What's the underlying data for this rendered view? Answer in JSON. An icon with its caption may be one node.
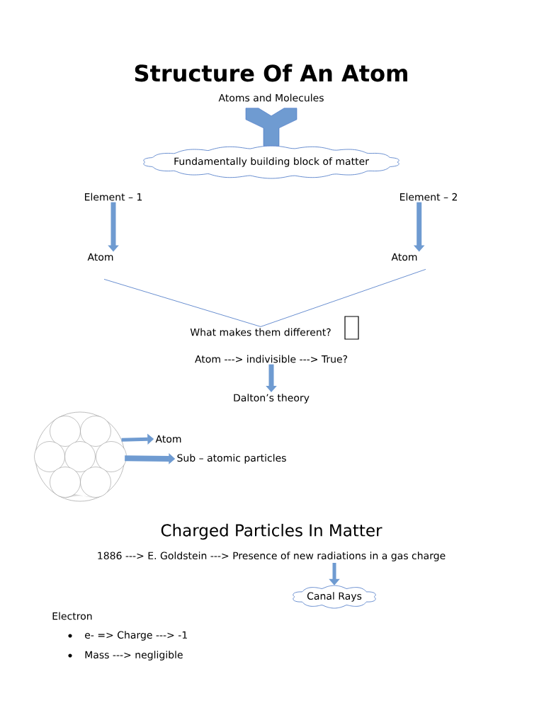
{
  "diagram": {
    "title": "Structure Of An Atom",
    "nodes": [
      {
        "text": [
          "Atoms and Molecules"
        ]
      },
      {
        "text": [
          "Fundamentally building block of matter"
        ]
      },
      {
        "text": [
          "Element – 1"
        ]
      },
      {
        "text": [
          "Element – 2"
        ]
      },
      {
        "text": [
          "Atom"
        ]
      },
      {
        "text": [
          "Atom"
        ]
      },
      {
        "text": [
          "What makes them different?"
        ]
      },
      {
        "text": [
          "Atom ---> indivisible ---> True?"
        ]
      },
      {
        "text": [
          "Dalton’s theory"
        ]
      },
      {
        "text": [],
        "shape": "picture"
      },
      {
        "text": [
          "Atom"
        ]
      },
      {
        "text": [
          "Sub – atomic particles"
        ]
      },
      {
        "text": [
          "1886 ---> E. Goldstein ---> Presence of new radiations in a gas charge"
        ]
      },
      {
        "text": [
          "Canal Rays"
        ]
      }
    ],
    "edges": [
      {
        "from": 1,
        "to": 0,
        "arrow": "to"
      },
      {
        "from": 2,
        "to": 4,
        "arrow": "to"
      },
      {
        "from": 3,
        "to": 5,
        "arrow": "to"
      },
      {
        "from": 4,
        "to": 6,
        "arrow": "none"
      },
      {
        "from": 5,
        "to": 6,
        "arrow": "none"
      },
      {
        "from": 7,
        "to": 8,
        "arrow": "to"
      },
      {
        "from": 9,
        "to": 10,
        "arrow": "to"
      },
      {
        "from": 9,
        "to": 11,
        "arrow": "to"
      },
      {
        "from": 12,
        "to": 13,
        "arrow": "to"
      }
    ],
    "labels": [
      "Charged Particles In Matter",
      "Electron",
      "e- => Charge ---> -1",
      "Mass ---> negligible"
    ]
  }
}
